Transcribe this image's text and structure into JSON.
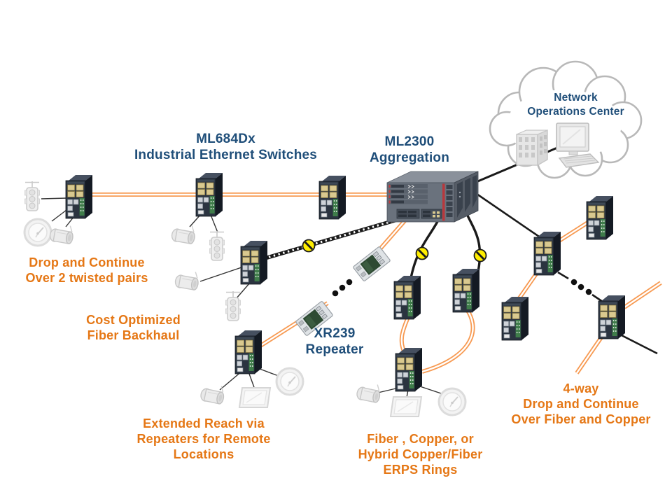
{
  "title": "Industrial Ethernet network topology diagram",
  "colors": {
    "label_blue": "#1f4e79",
    "label_orange": "#e57715",
    "line_orange": "#f79a52",
    "cable_black": "#1a1a1a",
    "blocked_yellow": "#ffee00",
    "cloud_stroke": "#b8b8b8",
    "device_body": "#2b3440"
  },
  "labels": {
    "noc": "Network\nOperations Center",
    "ml684dx": "ML684Dx\nIndustrial Ethernet Switches",
    "ml2300": "ML2300\nAggregation",
    "xr239": "XR239\nRepeater",
    "drop_continue_pairs": "Drop and Continue\nOver 2 twisted pairs",
    "cost_optimized": "Cost Optimized\nFiber Backhaul",
    "extended_reach": "Extended Reach via\nRepeaters for Remote\nLocations",
    "erps_rings": "Fiber , Copper, or\nHybrid Copper/Fiber\nERPS Rings",
    "four_way": "4-way\nDrop and Continue\nOver Fiber and Copper"
  },
  "icons": {
    "blocked_port": "⊘ yellow circle with slash (blocked ring port)",
    "ellipsis": "• • • (repeated elements)",
    "cloud": "network cloud",
    "ethernet_switch": "DIN-rail industrial Ethernet switch",
    "aggregation_chassis": "ML2300 aggregation chassis",
    "repeater": "XR239 repeater module",
    "traffic_light": "traffic signal endpoint",
    "camera": "CCTV camera endpoint",
    "gauge": "meter/gauge endpoint",
    "display": "roadside display endpoint",
    "building": "operations building",
    "computer": "NOC workstation"
  }
}
